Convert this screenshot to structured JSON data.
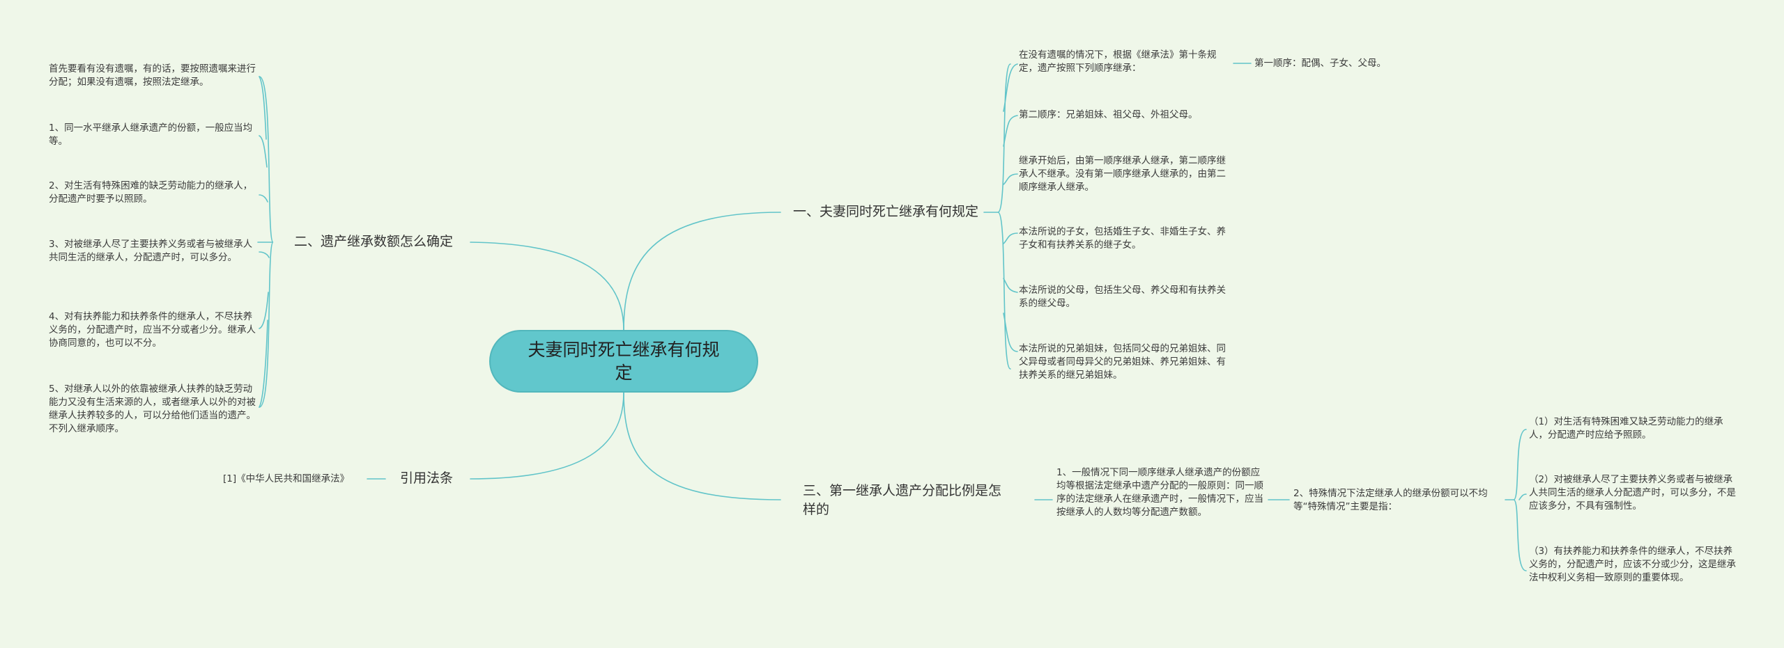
{
  "colors": {
    "background": "#eff7e9",
    "line": "#61c4c9",
    "root_fill": "#61c7cc",
    "root_border": "#52b7bc"
  },
  "root": {
    "title": "夫妻同时死亡继承有何规定"
  },
  "branch1": {
    "title": "一、夫妻同时死亡继承有何规定",
    "items": [
      "在没有遗嘱的情况下，根据《继承法》第十条规定，遗产按照下列顺序继承：",
      "第二顺序：兄弟姐妹、祖父母、外祖父母。",
      "继承开始后，由第一顺序继承人继承，第二顺序继承人不继承。没有第一顺序继承人继承的，由第二顺序继承人继承。",
      "本法所说的子女，包括婚生子女、非婚生子女、养子女和有扶养关系的继子女。",
      "本法所说的父母，包括生父母、养父母和有扶养关系的继父母。",
      "本法所说的兄弟姐妹，包括同父母的兄弟姐妹、同父异母或者同母异父的兄弟姐妹、养兄弟姐妹、有扶养关系的继兄弟姐妹。"
    ],
    "sub_item": "第一顺序：配偶、子女、父母。"
  },
  "branch2": {
    "title": "二、遗产继承数额怎么确定",
    "items": [
      "首先要看有没有遗嘱，有的话，要按照遗嘱来进行分配；如果没有遗嘱，按照法定继承。",
      "1、同一水平继承人继承遗产的份额，一般应当均等。",
      "2、对生活有特殊困难的缺乏劳动能力的继承人，分配遗产时要予以照顾。",
      "3、对被继承人尽了主要扶养义务或者与被继承人共同生活的继承人，分配遗产时，可以多分。",
      "4、对有扶养能力和扶养条件的继承人，不尽扶养义务的，分配遗产时，应当不分或者少分。继承人协商同意的，也可以不分。",
      "5、对继承人以外的依靠被继承人扶养的缺乏劳动能力又没有生活来源的人，或者继承人以外的对被继承人扶养较多的人，可以分给他们适当的遗产。不列入继承顺序。"
    ]
  },
  "branch3": {
    "title": "三、第一继承人遗产分配比例是怎样的",
    "item1": "1、一般情况下同一顺序继承人继承遗产的份额应均等根据法定继承中遗产分配的一般原则：同一顺序的法定继承人在继承遗产时，一般情况下，应当按继承人的人数均等分配遗产数额。",
    "item2": "2、特殊情况下法定继承人的继承份额可以不均等“特殊情况”主要是指：",
    "sub_items": [
      "（1）对生活有特殊困难又缺乏劳动能力的继承人，分配遗产时应给予照顾。",
      "（2）对被继承人尽了主要扶养义务或者与被继承人共同生活的继承人分配遗产时，可以多分，不是应该多分，不具有强制性。",
      "（3）有扶养能力和扶养条件的继承人，不尽扶养义务的，分配遗产时，应该不分或少分，这是继承法中权利义务相一致原则的重要体现。"
    ]
  },
  "branch4": {
    "title": "引用法条",
    "item": "[1]《中华人民共和国继承法》"
  }
}
